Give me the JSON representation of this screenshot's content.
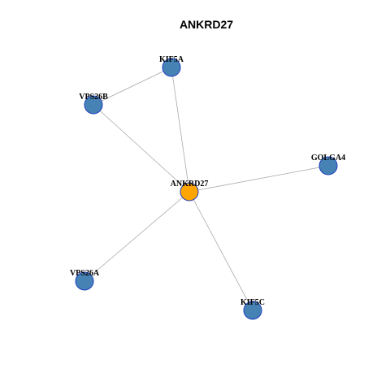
{
  "title": "ANKRD27",
  "colors": {
    "hub_fill": "#FFA500",
    "neighbor_fill": "#4682B4",
    "node_border": "#1F3FBF",
    "edge": "#AAAAAA"
  },
  "nodes": [
    {
      "id": "ANKRD27",
      "label": "ANKRD27",
      "role": "hub"
    },
    {
      "id": "KIF5A",
      "label": "KIF5A",
      "role": "neighbor"
    },
    {
      "id": "VPS26B",
      "label": "VPS26B",
      "role": "neighbor"
    },
    {
      "id": "GOLGA4",
      "label": "GOLGA4",
      "role": "neighbor"
    },
    {
      "id": "VPS26A",
      "label": "VPS26A",
      "role": "neighbor"
    },
    {
      "id": "KIF5C",
      "label": "KIF5C",
      "role": "neighbor"
    }
  ],
  "edges": [
    {
      "source": "ANKRD27",
      "target": "KIF5A"
    },
    {
      "source": "ANKRD27",
      "target": "VPS26B"
    },
    {
      "source": "ANKRD27",
      "target": "GOLGA4"
    },
    {
      "source": "ANKRD27",
      "target": "VPS26A"
    },
    {
      "source": "ANKRD27",
      "target": "KIF5C"
    },
    {
      "source": "KIF5A",
      "target": "VPS26B"
    }
  ]
}
